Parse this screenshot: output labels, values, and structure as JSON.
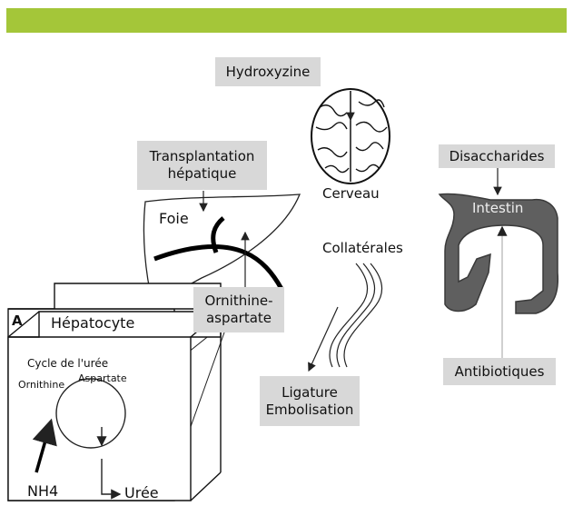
{
  "colors": {
    "banner": "#a4c639",
    "label_bg": "#d8d8d8",
    "intestine": "#5f5f5f"
  },
  "labels": {
    "hydroxyzine": "Hydroxyzine",
    "cerveau": "Cerveau",
    "transplantation_line1": "Transplantation",
    "transplantation_line2": "hépatique",
    "foie": "Foie",
    "ornithine_line1": "Ornithine-",
    "ornithine_line2": "aspartate",
    "disaccharides": "Disaccharides",
    "intestin": "Intestin",
    "collaterales": "Collatérales",
    "antibiotiques": "Antibiotiques",
    "ligature": "Ligature",
    "embolisation": "Embolisation"
  },
  "inset": {
    "letter": "A",
    "title": "Hépatocyte",
    "cycle": "Cycle de l'urée",
    "ornithine": "Ornithine",
    "aspartate": "Aspartate",
    "nh4": "NH4",
    "uree": "Urée"
  }
}
